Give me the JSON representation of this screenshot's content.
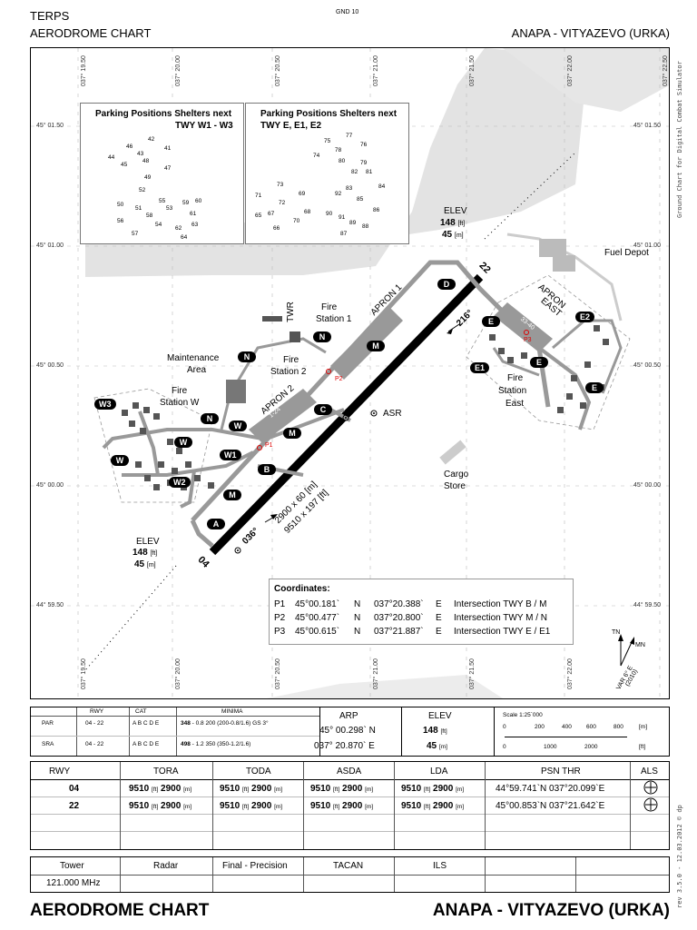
{
  "header": {
    "top_left_line1": "TERPS",
    "top_left_line2": "AERODROME CHART",
    "top_center": "GND 10",
    "top_right": "ANAPA - VITYAZEVO (URKA)"
  },
  "footer": {
    "left": "AERODROME CHART",
    "right": "ANAPA - VITYAZEVO (URKA)"
  },
  "side_text": {
    "right_top": "Ground Chart for Digital Combat Simulator",
    "right_bottom": "rev 3.5.0  -  12.03.2012 © dp"
  },
  "map": {
    "longitudes": [
      "037° 19.50",
      "037° 20.00",
      "037° 20.50",
      "037° 21.00",
      "037° 21.50",
      "037° 22.00",
      "037° 22.50"
    ],
    "latitudes": [
      "45° 01.50",
      "45° 01.00",
      "45° 00.50",
      "45° 00.00",
      "44° 59.50"
    ],
    "parking_box_1": {
      "line1": "Parking Positions Shelters next",
      "line2": "TWY W1 - W3",
      "numbers": [
        "42",
        "46",
        "41",
        "44",
        "43",
        "48",
        "45",
        "47",
        "49",
        "52",
        "50",
        "51",
        "55",
        "53",
        "58",
        "59",
        "60",
        "61",
        "56",
        "54",
        "63",
        "62",
        "57",
        "64"
      ]
    },
    "parking_box_2": {
      "line1": "Parking Positions Shelters next",
      "line2": "TWY E, E1, E2",
      "numbers": [
        "77",
        "75",
        "76",
        "78",
        "74",
        "80",
        "79",
        "82",
        "81",
        "73",
        "92",
        "83",
        "84",
        "85",
        "71",
        "69",
        "72",
        "68",
        "86",
        "90",
        "91",
        "89",
        "88",
        "67",
        "65",
        "70",
        "66",
        "87"
      ]
    },
    "elev_ne": {
      "label": "ELEV",
      "value": "148",
      "unit_ft": "[ft]",
      "value_m": "45",
      "unit_m": "[m]"
    },
    "elev_sw": {
      "label": "ELEV",
      "value": "148",
      "unit_ft": "[ft]",
      "value_m": "45",
      "unit_m": "[m]"
    },
    "labels": {
      "fuel_depot": "Fuel Depot",
      "apron1": "APRON 1",
      "apron2": "APRON 2",
      "apron_east_1": "APRON",
      "apron_east_2": "EAST",
      "fire_station_1a": "Fire",
      "fire_station_1b": "Station 1",
      "fire_station_2a": "Fire",
      "fire_station_2b": "Station 2",
      "fire_station_wa": "Fire",
      "fire_station_wb": "Station W",
      "fire_station_ea": "Fire",
      "fire_station_eb": "Station",
      "fire_station_ec": "East",
      "maintenance_a": "Maintenance",
      "maintenance_b": "Area",
      "twr": "TWR",
      "asr": "ASR",
      "cargo_a": "Cargo",
      "cargo_b": "Store",
      "rwy_22": "22",
      "rwy_04": "04",
      "hdg_216": "216°",
      "hdg_036": "036°",
      "dim_m": "2900 x 60 [m]",
      "dim_ft": "9510 x 197 [ft]",
      "stand_2532": "25-32",
      "stand_124": "1-24",
      "stand_3340": "33-40",
      "p1": "P1",
      "p2": "P2",
      "p3": "P3",
      "tn": "TN",
      "mn": "MN",
      "var": "VAR 6° E",
      "var_year": "(2010)"
    },
    "taxiways": {
      "d": "D",
      "e_1": "E",
      "e_2": "E",
      "e_3": "E",
      "e1": "E1",
      "e2": "E2",
      "m_1": "M",
      "m_2": "M",
      "m_3": "M",
      "n_1": "N",
      "n_2": "N",
      "n_3": "N",
      "w_1": "W",
      "w_2": "W",
      "w_3": "W",
      "w1": "W1",
      "w2": "W2",
      "w3": "W3",
      "c": "C",
      "b": "B",
      "a": "A"
    },
    "coordinates": {
      "title": "Coordinates:",
      "rows": [
        {
          "id": "P1",
          "lat": "45°00.181`",
          "ns": "N",
          "lon": "037°20.388`",
          "ew": "E",
          "desc": "Intersection TWY B / M"
        },
        {
          "id": "P2",
          "lat": "45°00.477`",
          "ns": "N",
          "lon": "037°20.800`",
          "ew": "E",
          "desc": "Intersection TWY M / N"
        },
        {
          "id": "P3",
          "lat": "45°00.615`",
          "ns": "N",
          "lon": "037°21.887`",
          "ew": "E",
          "desc": "Intersection TWY E / E1"
        }
      ]
    }
  },
  "minima": {
    "headers": {
      "rwy": "RWY",
      "cat": "CAT",
      "minima": "MINIMA"
    },
    "rows": [
      {
        "type": "PAR",
        "rwy": "04 - 22",
        "cat": "A B C D E",
        "minima_bold": "348",
        "minima_rest": " - 0.8 200 (200-0.8/1.6) GS 3°"
      },
      {
        "type": "SRA",
        "rwy": "04 - 22",
        "cat": "A B C D E",
        "minima_bold": "498",
        "minima_rest": " - 1.2 350 (350-1.2/1.6)"
      }
    ],
    "arp": {
      "label": "ARP",
      "lat": "45° 00.298`  N",
      "lon": "037° 20.870`  E"
    },
    "elev": {
      "label": "ELEV",
      "ft": "148",
      "ft_unit": "[ft]",
      "m": "45",
      "m_unit": "[m]"
    },
    "scale": {
      "label": "Scale 1:25`000",
      "m_ticks": [
        "0",
        "200",
        "400",
        "600",
        "800"
      ],
      "m_unit": "[m]",
      "ft_ticks": [
        "0",
        "1000",
        "2000"
      ],
      "ft_unit": "[ft]"
    }
  },
  "runways": {
    "headers": [
      "RWY",
      "TORA",
      "TODA",
      "ASDA",
      "LDA",
      "PSN THR",
      "ALS"
    ],
    "rows": [
      {
        "rwy": "04",
        "tora_ft": "9510",
        "tora_m": "2900",
        "toda_ft": "9510",
        "toda_m": "2900",
        "asda_ft": "9510",
        "asda_m": "2900",
        "lda_ft": "9510",
        "lda_m": "2900",
        "psn": "44°59.741`N  037°20.099`E"
      },
      {
        "rwy": "22",
        "tora_ft": "9510",
        "tora_m": "2900",
        "toda_ft": "9510",
        "toda_m": "2900",
        "asda_ft": "9510",
        "asda_m": "2900",
        "lda_ft": "9510",
        "lda_m": "2900",
        "psn": "45°00.853`N  037°21.642`E"
      }
    ],
    "unit_ft": "[ft]",
    "unit_m": "[m]"
  },
  "comms": {
    "headers": [
      "Tower",
      "Radar",
      "Final - Precision",
      "TACAN",
      "ILS"
    ],
    "tower_freq": "121.000 MHz"
  }
}
